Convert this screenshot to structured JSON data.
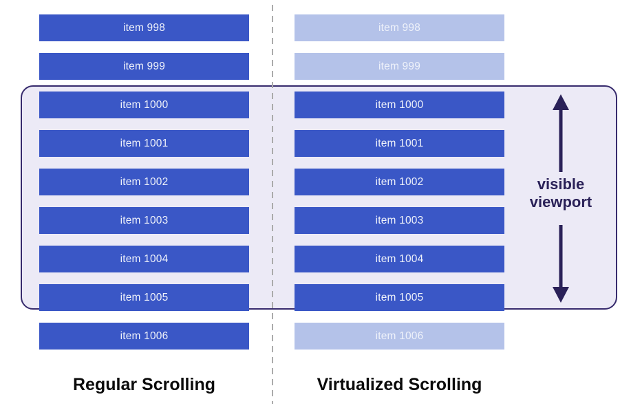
{
  "columns": [
    {
      "title": "Regular Scrolling",
      "items": [
        {
          "label": "item 998",
          "faded": false
        },
        {
          "label": "item 999",
          "faded": false
        },
        {
          "label": "item 1000",
          "faded": false
        },
        {
          "label": "item 1001",
          "faded": false
        },
        {
          "label": "item 1002",
          "faded": false
        },
        {
          "label": "item 1003",
          "faded": false
        },
        {
          "label": "item 1004",
          "faded": false
        },
        {
          "label": "item 1005",
          "faded": false
        },
        {
          "label": "item 1006",
          "faded": false
        }
      ]
    },
    {
      "title": "Virtualized Scrolling",
      "items": [
        {
          "label": "item 998",
          "faded": true
        },
        {
          "label": "item 999",
          "faded": true
        },
        {
          "label": "item 1000",
          "faded": false
        },
        {
          "label": "item 1001",
          "faded": false
        },
        {
          "label": "item 1002",
          "faded": false
        },
        {
          "label": "item 1003",
          "faded": false
        },
        {
          "label": "item 1004",
          "faded": false
        },
        {
          "label": "item 1005",
          "faded": false
        },
        {
          "label": "item 1006",
          "faded": true
        }
      ]
    }
  ],
  "viewport": {
    "label": "visible viewport"
  },
  "colors": {
    "item_solid": "#3A57C6",
    "item_faded": "#B4C2E9",
    "viewport_fill": "#ECEAF6",
    "viewport_border": "#372B6D",
    "arrow": "#2A2158",
    "divider": "#ABABAB",
    "title_text": "#0B0B0B"
  }
}
